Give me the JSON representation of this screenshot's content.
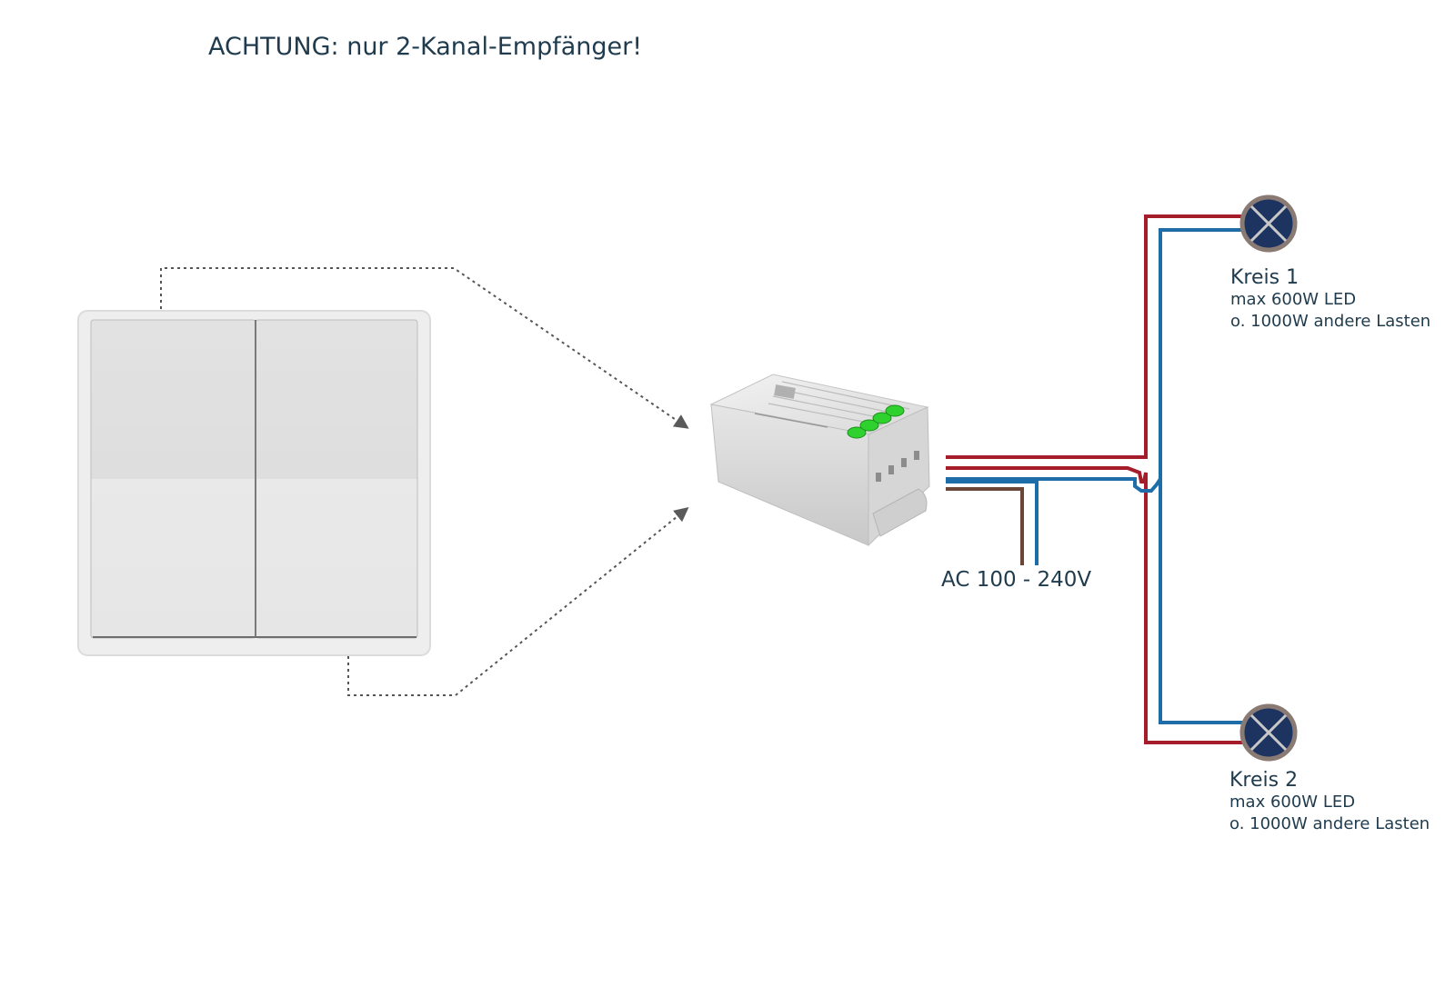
{
  "warning": "ACHTUNG: nur 2-Kanal-Empfänger!",
  "supply_label": "AC 100 - 240V",
  "circuits": [
    {
      "name": "Kreis 1",
      "led_limit": "max 600W LED",
      "other_limit": "o. 1000W andere Lasten"
    },
    {
      "name": "Kreis 2",
      "led_limit": "max 600W LED",
      "other_limit": "o. 1000W andere Lasten"
    }
  ],
  "colors": {
    "live_wire": "#a51d2a",
    "neutral_wire": "#1e6ca8",
    "supply_live": "#6b4535",
    "lamp_fill": "#1d3461",
    "lamp_ring": "#8a7a74",
    "terminal_green": "#2fd12f",
    "text": "#1f3b4d"
  },
  "icons": [
    "wall-switch-icon",
    "receiver-module-icon",
    "lamp-icon"
  ]
}
